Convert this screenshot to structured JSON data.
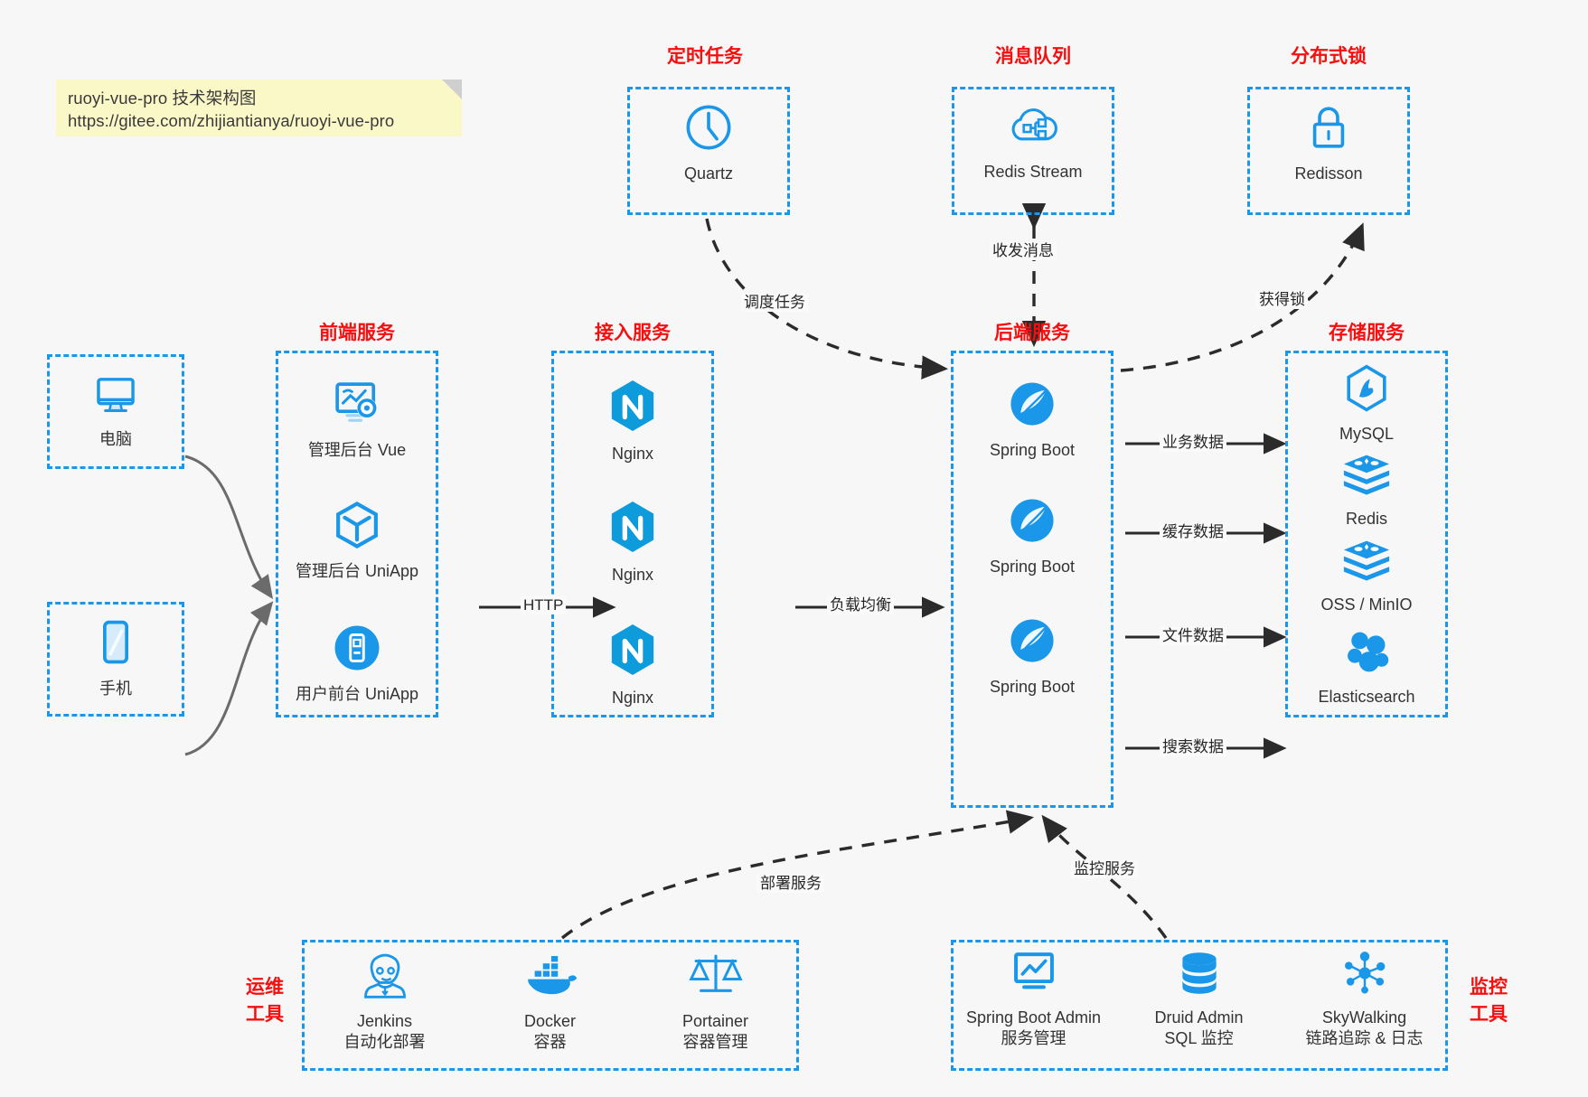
{
  "note": {
    "line1": "ruoyi-vue-pro 技术架构图",
    "line2": "https://gitee.com/zhijiantianya/ruoyi-vue-pro"
  },
  "colors": {
    "accent_blue": "#1a97e8",
    "title_red": "#f50f0f",
    "note_yellow": "#fbf8c8",
    "background": "#f7f7f7",
    "arrow_black": "#2b2b2b"
  },
  "groups": {
    "scheduled_task": {
      "title": "定时任务"
    },
    "message_queue": {
      "title": "消息队列"
    },
    "distributed_lock": {
      "title": "分布式锁"
    },
    "frontend": {
      "title": "前端服务"
    },
    "gateway": {
      "title": "接入服务"
    },
    "backend": {
      "title": "后端服务"
    },
    "storage": {
      "title": "存储服务"
    },
    "devops": {
      "title_line1": "运维",
      "title_line2": "工具"
    },
    "monitor": {
      "title_line1": "监控",
      "title_line2": "工具"
    }
  },
  "nodes": {
    "quartz": {
      "label": "Quartz",
      "icon": "clock-icon"
    },
    "redis_stream": {
      "label": "Redis Stream",
      "icon": "cloud-network-icon"
    },
    "redisson": {
      "label": "Redisson",
      "icon": "lock-icon"
    },
    "computer": {
      "label": "电脑",
      "icon": "desktop-monitor-icon"
    },
    "phone": {
      "label": "手机",
      "icon": "smartphone-icon"
    },
    "frontend_items": [
      {
        "label": "管理后台 Vue",
        "icon": "dashboard-gear-icon"
      },
      {
        "label": "管理后台 UniApp",
        "icon": "cube-icon"
      },
      {
        "label": "用户前台 UniApp",
        "icon": "mobile-app-icon"
      }
    ],
    "gateway_items": [
      {
        "label": "Nginx",
        "icon": "nginx-icon"
      },
      {
        "label": "Nginx",
        "icon": "nginx-icon"
      },
      {
        "label": "Nginx",
        "icon": "nginx-icon"
      }
    ],
    "backend_items": [
      {
        "label": "Spring Boot",
        "icon": "spring-boot-icon"
      },
      {
        "label": "Spring Boot",
        "icon": "spring-boot-icon"
      },
      {
        "label": "Spring Boot",
        "icon": "spring-boot-icon"
      }
    ],
    "storage_items": [
      {
        "label": "MySQL",
        "icon": "mysql-icon"
      },
      {
        "label": "Redis",
        "icon": "redis-icon"
      },
      {
        "label": "OSS / MinIO",
        "icon": "redis-icon"
      },
      {
        "label": "Elasticsearch",
        "icon": "elasticsearch-icon"
      }
    ],
    "devops_items": [
      {
        "label": "Jenkins",
        "sublabel": "自动化部署",
        "icon": "jenkins-butler-icon"
      },
      {
        "label": "Docker",
        "sublabel": "容器",
        "icon": "docker-whale-icon"
      },
      {
        "label": "Portainer",
        "sublabel": "容器管理",
        "icon": "scales-balance-icon"
      }
    ],
    "monitor_items": [
      {
        "label": "Spring Boot Admin",
        "sublabel": "服务管理",
        "icon": "monitor-chart-icon"
      },
      {
        "label": "Druid Admin",
        "sublabel": "SQL 监控",
        "icon": "database-stack-icon"
      },
      {
        "label": "SkyWalking",
        "sublabel": "链路追踪 & 日志",
        "icon": "skywalking-node-icon"
      }
    ]
  },
  "edges": {
    "http": "HTTP",
    "load_balance": "负载均衡",
    "schedule_task": "调度任务",
    "send_receive_message": "收发消息",
    "acquire_lock": "获得锁",
    "business_data": "业务数据",
    "cache_data": "缓存数据",
    "file_data": "文件数据",
    "search_data": "搜索数据",
    "deploy_service": "部署服务",
    "monitor_service": "监控服务"
  }
}
